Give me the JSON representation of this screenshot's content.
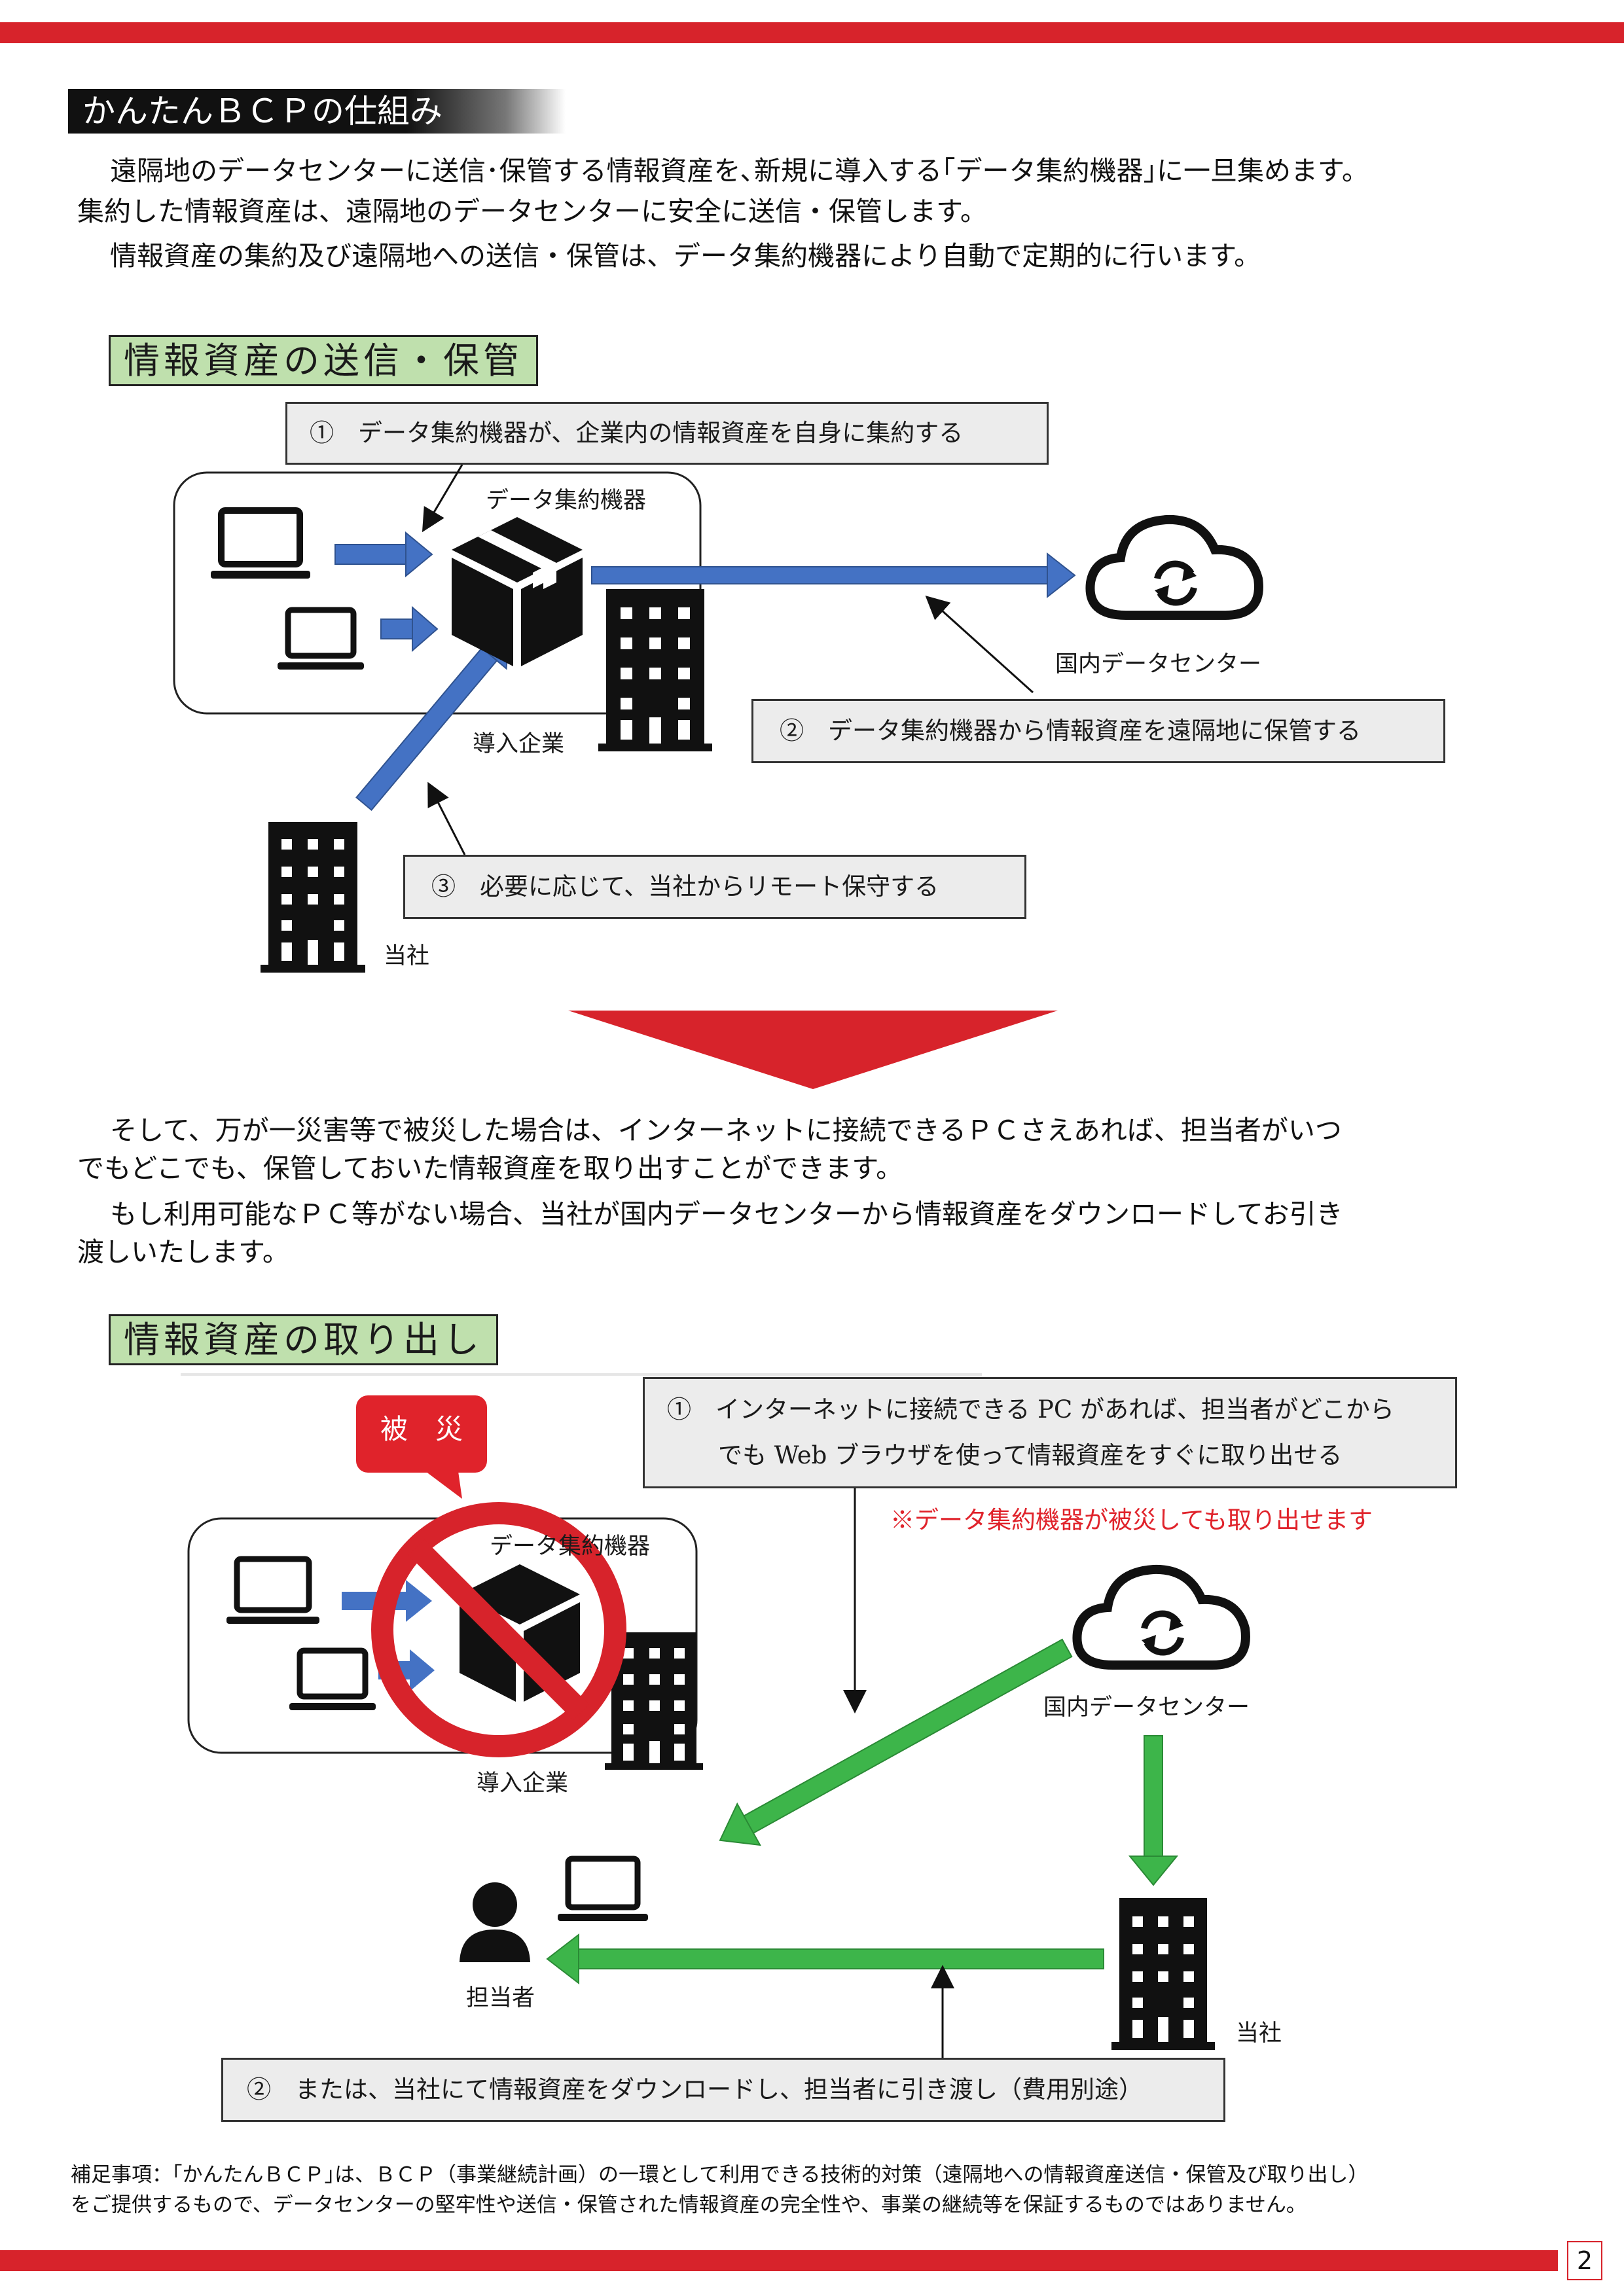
{
  "heading": "かんたんＢＣＰの仕組み",
  "intro": {
    "line1": "遠隔地のデータセンターに送信･保管する情報資産を､新規に導入する｢データ集約機器｣に一旦集めます。",
    "line2": "集約した情報資産は、遠隔地のデータセンターに安全に送信・保管します。",
    "line3": "情報資産の集約及び遠隔地への送信・保管は、データ集約機器により自動で定期的に行います。"
  },
  "section1": {
    "title": "情報資産の送信・保管",
    "step1": "①　データ集約機器が、企業内の情報資産を自身に集約する",
    "step2": "②　データ集約機器から情報資産を遠隔地に保管する",
    "step3": "③　必要に応じて、当社からリモート保守する",
    "device_label": "データ集約機器",
    "company_label": "導入企業",
    "datacenter_label": "国内データセンター",
    "our_company_label": "当社"
  },
  "middle": {
    "line1": "そして、万が一災害等で被災した場合は、インターネットに接続できるＰＣさえあれば、担当者がいつ",
    "line2": "でもどこでも、保管しておいた情報資産を取り出すことができます。",
    "line3": "もし利用可能なＰＣ等がない場合、当社が国内データセンターから情報資産をダウンロードしてお引き",
    "line4": "渡しいたします。"
  },
  "section2": {
    "title": "情報資産の取り出し",
    "disaster_badge": "被　災",
    "step1_line1": "①　インターネットに接続できる PC があれば、担当者がどこから",
    "step1_line2": "でも Web ブラウザを使って情報資産をすぐに取り出せる",
    "red_note": "※データ集約機器が被災しても取り出せます",
    "step2": "②　または、当社にて情報資産をダウンロードし、担当者に引き渡し（費用別途）",
    "device_label": "データ集約機器",
    "company_label": "導入企業",
    "datacenter_label": "国内データセンター",
    "person_label": "担当者",
    "our_company_label": "当社"
  },
  "footer_note": {
    "line1": "補足事項：｢かんたんＢＣＰ｣は、ＢＣＰ（事業継続計画）の一環として利用できる技術的対策（遠隔地への情報資産送信・保管及び取り出し）",
    "line2": "をご提供するもので、データセンターの堅牢性や送信・保管された情報資産の完全性や、事業の継続等を保証するものではありません。"
  },
  "page_number": "2",
  "colors": {
    "accent_red": "#d7232b",
    "arrow_blue": "#4472c4",
    "arrow_green": "#3db54a",
    "title_green": "#bfe0ad"
  }
}
